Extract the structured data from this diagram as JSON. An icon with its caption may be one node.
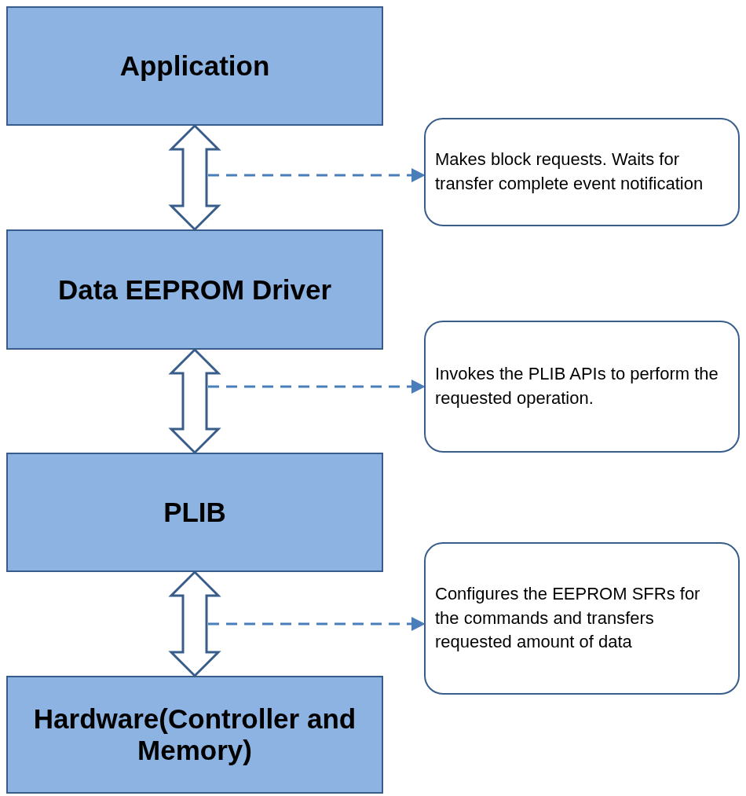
{
  "diagram": {
    "nodes": [
      {
        "text": [
          "Application"
        ]
      },
      {
        "text": [
          "Data EEPROM Driver"
        ]
      },
      {
        "text": [
          "PLIB"
        ]
      },
      {
        "text": [
          "Hardware(Controller and Memory)"
        ]
      },
      {
        "text": [
          "Makes block requests.  Waits for transfer complete event notification"
        ]
      },
      {
        "text": [
          "Invokes the PLIB APIs to perform the requested operation."
        ]
      },
      {
        "text": [
          "Configures the EEPROM SFRs for the commands and transfers requested amount of data"
        ]
      }
    ],
    "edges": [
      {
        "from": 0,
        "to": 1,
        "arrow": "both",
        "style": "thick"
      },
      {
        "from": 1,
        "to": 2,
        "arrow": "both",
        "style": "thick"
      },
      {
        "from": 2,
        "to": 3,
        "arrow": "both",
        "style": "thick"
      },
      {
        "from": null,
        "to": 4,
        "arrow": "to",
        "style": "dashed"
      },
      {
        "from": null,
        "to": 5,
        "arrow": "to",
        "style": "dashed"
      },
      {
        "from": null,
        "to": 6,
        "arrow": "to",
        "style": "dashed"
      }
    ]
  }
}
